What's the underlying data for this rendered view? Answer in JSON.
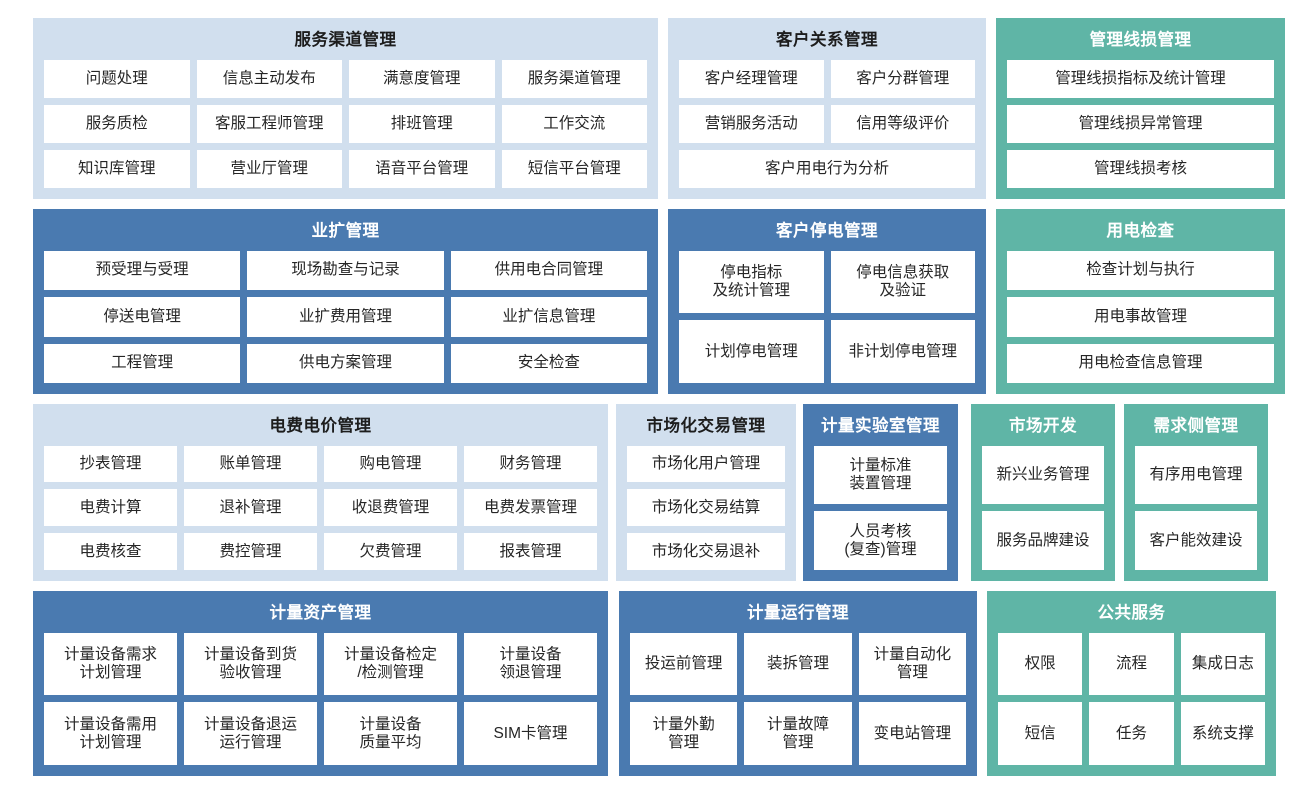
{
  "colors": {
    "light_panel": "#d1dfee",
    "blue_panel": "#4a7ab0",
    "teal_panel": "#5fb5a6",
    "cell_bg": "#ffffff",
    "page_bg": "#ffffff"
  },
  "rows": [
    {
      "panels": [
        {
          "title": "服务渠道管理",
          "style": "light",
          "cells": [
            [
              "问题处理",
              "信息主动发布",
              "满意度管理",
              "服务渠道管理"
            ],
            [
              "服务质检",
              "客服工程师管理",
              "排班管理",
              "工作交流"
            ],
            [
              "知识库管理",
              "营业厅管理",
              "语音平台管理",
              "短信平台管理"
            ]
          ]
        },
        {
          "title": "客户关系管理",
          "style": "light",
          "cells": [
            [
              "客户经理管理",
              "客户分群管理"
            ],
            [
              "营销服务活动",
              "信用等级评价"
            ],
            [
              "客户用电行为分析"
            ]
          ]
        },
        {
          "title": "管理线损管理",
          "style": "teal",
          "cells": [
            [
              "管理线损指标及统计管理"
            ],
            [
              "管理线损异常管理"
            ],
            [
              "管理线损考核"
            ]
          ]
        }
      ]
    },
    {
      "panels": [
        {
          "title": "业扩管理",
          "style": "blue",
          "cells": [
            [
              "预受理与受理",
              "现场勘查与记录",
              "供用电合同管理"
            ],
            [
              "停送电管理",
              "业扩费用管理",
              "业扩信息管理"
            ],
            [
              "工程管理",
              "供电方案管理",
              "安全检查"
            ]
          ]
        },
        {
          "title": "客户停电管理",
          "style": "blue",
          "cells": [
            [
              "停电指标\n及统计管理",
              "停电信息获取\n及验证"
            ],
            [
              "计划停电管理",
              "非计划停电管理"
            ]
          ]
        },
        {
          "title": "用电检查",
          "style": "teal",
          "cells": [
            [
              "检查计划与执行"
            ],
            [
              "用电事故管理"
            ],
            [
              "用电检查信息管理"
            ]
          ]
        }
      ]
    },
    {
      "panels": [
        {
          "title": "电费电价管理",
          "style": "light",
          "cells": [
            [
              "抄表管理",
              "账单管理",
              "购电管理",
              "财务管理"
            ],
            [
              "电费计算",
              "退补管理",
              "收退费管理",
              "电费发票管理"
            ],
            [
              "电费核查",
              "费控管理",
              "欠费管理",
              "报表管理"
            ]
          ]
        },
        {
          "title": "市场化交易管理",
          "style": "light",
          "cells": [
            [
              "市场化用户管理"
            ],
            [
              "市场化交易结算"
            ],
            [
              "市场化交易退补"
            ]
          ]
        },
        {
          "title": "计量实验室管理",
          "style": "blue",
          "cells": [
            [
              "计量标准\n装置管理"
            ],
            [
              "人员考核\n(复查)管理"
            ]
          ]
        },
        {
          "title": "市场开发",
          "style": "teal",
          "cells": [
            [
              "新兴业务管理"
            ],
            [
              "服务品牌建设"
            ]
          ]
        },
        {
          "title": "需求侧管理",
          "style": "teal",
          "cells": [
            [
              "有序用电管理"
            ],
            [
              "客户能效建设"
            ]
          ]
        }
      ]
    },
    {
      "panels": [
        {
          "title": "计量资产管理",
          "style": "blue",
          "cells": [
            [
              "计量设备需求\n计划管理",
              "计量设备到货\n验收管理",
              "计量设备检定\n/检测管理",
              "计量设备\n领退管理"
            ],
            [
              "计量设备需用\n计划管理",
              "计量设备退运\n运行管理",
              "计量设备\n质量平均",
              "SIM卡管理"
            ]
          ]
        },
        {
          "title": "计量运行管理",
          "style": "blue",
          "cells": [
            [
              "投运前管理",
              "装拆管理",
              "计量自动化\n管理"
            ],
            [
              "计量外勤\n管理",
              "计量故障\n管理",
              "变电站管理"
            ]
          ]
        },
        {
          "title": "公共服务",
          "style": "teal",
          "cells": [
            [
              "权限",
              "流程",
              "集成日志"
            ],
            [
              "短信",
              "任务",
              "系统支撑"
            ]
          ]
        }
      ]
    }
  ]
}
